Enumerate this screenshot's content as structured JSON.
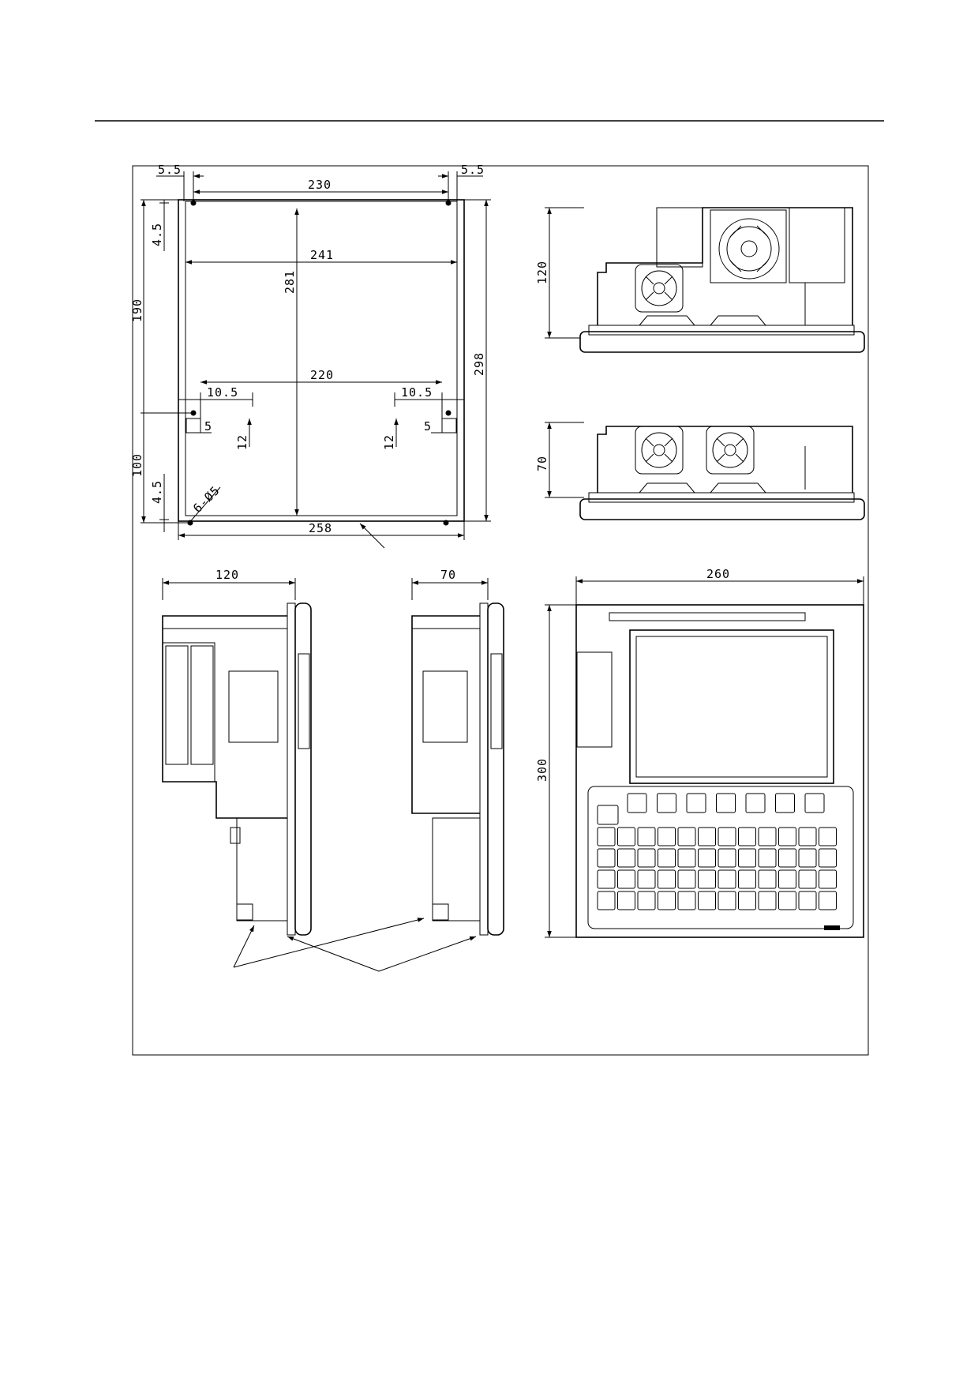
{
  "cutout": {
    "top_left_margin": "5.5",
    "top_right_margin": "5.5",
    "hole_pitch_top": "230",
    "outer_width": "241",
    "inner_height": "281",
    "bottom_hole_pitch": "220",
    "left_offset": "10.5",
    "right_offset": "10.5",
    "left_slot_width": "5",
    "right_slot_width": "5",
    "left_slot_height": "12",
    "right_slot_height": "12",
    "top_edge_offset": "4.5",
    "bottom_edge_offset": "4.5",
    "upper_span": "190",
    "lower_span": "100",
    "overall_height": "298",
    "overall_width": "258",
    "hole_callout": "6-Ø5"
  },
  "top_view_a": {
    "height": "120"
  },
  "top_view_b": {
    "height": "70"
  },
  "side_view_a": {
    "depth": "120"
  },
  "side_view_b": {
    "depth": "70"
  },
  "front_view": {
    "width": "260",
    "height": "300"
  }
}
